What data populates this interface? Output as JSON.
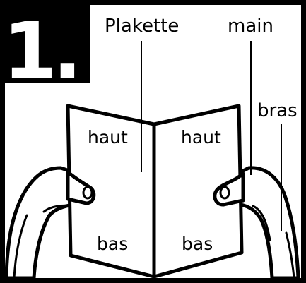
{
  "step_number": "1.",
  "labels": {
    "plakette": "Plakette",
    "main": "main",
    "bras": "bras",
    "haut_left": "haut",
    "haut_right": "haut",
    "bas_left": "bas",
    "bas_right": "bas"
  },
  "colors": {
    "frame": "#000000",
    "background": "#ffffff",
    "step_text": "#ffffff"
  }
}
